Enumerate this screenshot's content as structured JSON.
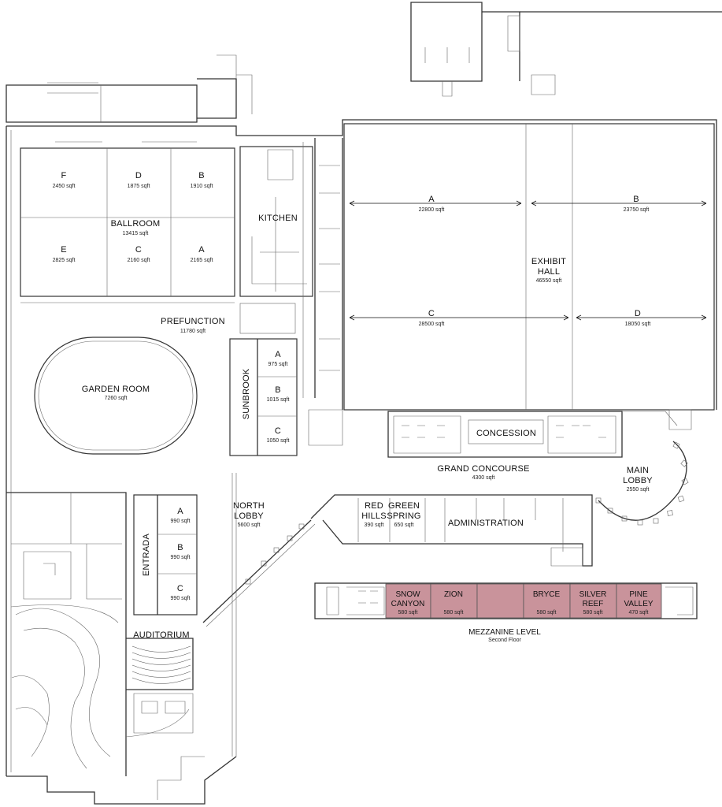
{
  "ballroom": {
    "title": "BALLROOM",
    "area": "13415 sqft",
    "sections": {
      "F": {
        "name": "F",
        "area": "2450 sqft"
      },
      "D": {
        "name": "D",
        "area": "1875 sqft"
      },
      "B": {
        "name": "B",
        "area": "1910 sqft"
      },
      "E": {
        "name": "E",
        "area": "2825 sqft"
      },
      "C": {
        "name": "C",
        "area": "2160 sqft"
      },
      "A": {
        "name": "A",
        "area": "2165 sqft"
      }
    }
  },
  "kitchen": {
    "title": "KITCHEN"
  },
  "exhibit_hall": {
    "title_line1": "EXHIBIT",
    "title_line2": "HALL",
    "area": "46550 sqft",
    "sections": {
      "A": {
        "name": "A",
        "area": "22800 sqft"
      },
      "B": {
        "name": "B",
        "area": "23750 sqft"
      },
      "C": {
        "name": "C",
        "area": "28500 sqft"
      },
      "D": {
        "name": "D",
        "area": "18050 sqft"
      }
    }
  },
  "prefunction": {
    "title": "PREFUNCTION",
    "area": "11780 sqft"
  },
  "garden_room": {
    "title": "GARDEN   ROOM",
    "area": "7260 sqft"
  },
  "sunbrook": {
    "title": "SUNBROOK",
    "sections": {
      "A": {
        "name": "A",
        "area": "975 sqft"
      },
      "B": {
        "name": "B",
        "area": "1015 sqft"
      },
      "C": {
        "name": "C",
        "area": "1050 sqft"
      }
    }
  },
  "concession": {
    "title": "CONCESSION"
  },
  "grand_concourse": {
    "title": "GRAND CONCOURSE",
    "area": "4300 sqft"
  },
  "main_lobby": {
    "title_line1": "MAIN",
    "title_line2": "LOBBY",
    "area": "2550 sqft"
  },
  "north_lobby": {
    "title_line1": "NORTH",
    "title_line2": "LOBBY",
    "area": "5600 sqft"
  },
  "red_hills": {
    "title_line1": "RED",
    "title_line2": "HILLS",
    "area": "390 sqft"
  },
  "green_spring": {
    "title_line1": "GREEN",
    "title_line2": "SPRING",
    "area": "650 sqft"
  },
  "administration": {
    "title": "ADMINISTRATION"
  },
  "entrada": {
    "title": "ENTRADA",
    "sections": {
      "A": {
        "name": "A",
        "area": "990 sqft"
      },
      "B": {
        "name": "B",
        "area": "990 sqft"
      },
      "C": {
        "name": "C",
        "area": "990 sqft"
      }
    }
  },
  "auditorium": {
    "title": "AUDITORIUM"
  },
  "mezzanine": {
    "title": "MEZZANINE LEVEL",
    "subtitle": "Second Floor",
    "rooms": {
      "snow_canyon": {
        "line1": "SNOW",
        "line2": "CANYON",
        "area": "580 sqft"
      },
      "zion": {
        "line1": "ZION",
        "area": "580 sqft"
      },
      "bryce": {
        "line1": "BRYCE",
        "area": "580 sqft"
      },
      "silver_reef": {
        "line1": "SILVER",
        "line2": "REEF",
        "area": "580 sqft"
      },
      "pine_valley": {
        "line1": "PINE",
        "line2": "VALLEY",
        "area": "470 sqft"
      }
    }
  },
  "colors": {
    "mezzanine_fill": "#c9939b",
    "line": "#333333",
    "background": "#ffffff"
  }
}
